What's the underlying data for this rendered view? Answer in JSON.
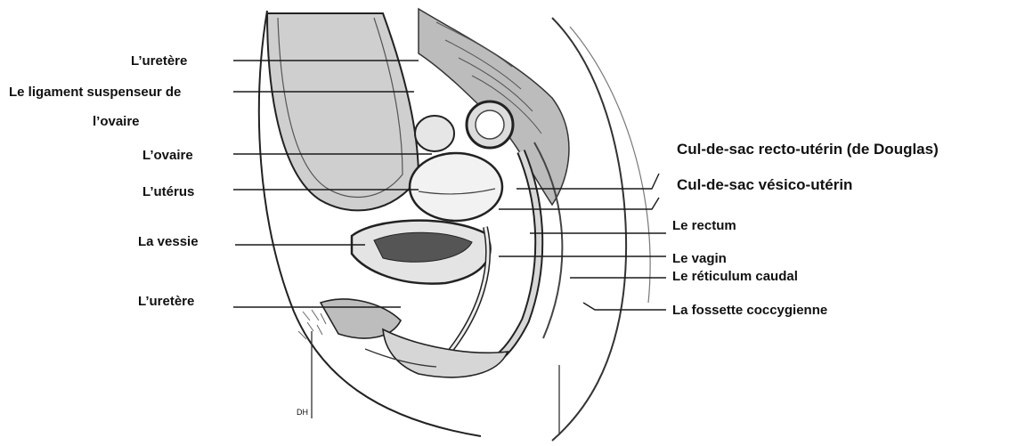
{
  "labels": {
    "left": {
      "ureter_top": "L’uretère",
      "ligament_line1": "Le ligament suspenseur de",
      "ligament_line2": "l’ovaire",
      "ovary": "L’ovaire",
      "uterus": "L’utérus",
      "bladder": "La vessie",
      "ureter_bottom": "L’uretère"
    },
    "right": {
      "recto_uterine": "Cul-de-sac recto-utérin (de Douglas)",
      "vesico_uterine": "Cul-de-sac vésico-utérin",
      "rectum": "Le rectum",
      "vagina": "Le vagin",
      "caudal_reticulum": "Le réticulum caudal",
      "coccygeal_fossa": "La fossette coccygienne"
    }
  },
  "artist_mark": "DH",
  "colors": {
    "ink": "#1a1a1a",
    "shade": "#8f8f8f",
    "light_shade": "#cfcfcf"
  }
}
